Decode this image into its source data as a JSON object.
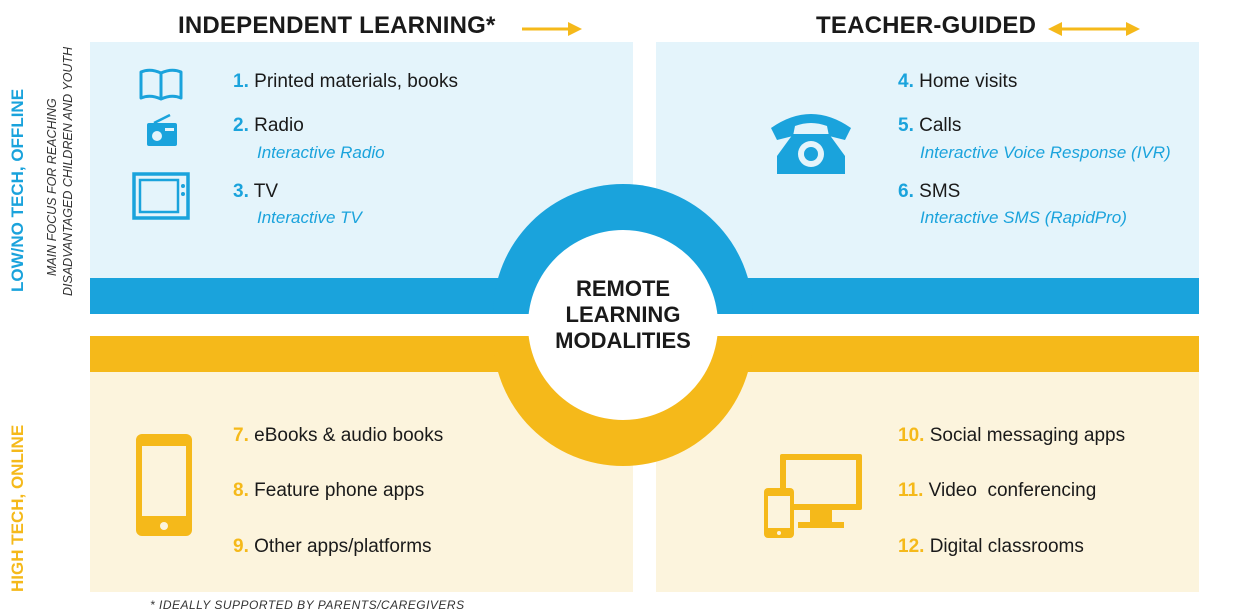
{
  "headers": {
    "independent": "INDEPENDENT LEARNING*",
    "teacher": "TEACHER-GUIDED"
  },
  "side_labels": {
    "low_tech": "LOW/NO TECH, OFFLINE",
    "low_tech_note_line1": "MAIN FOCUS FOR REACHING",
    "low_tech_note_line2": "DISADVANTAGED CHILDREN AND YOUTH",
    "high_tech": "HIGH TECH, ONLINE"
  },
  "center": {
    "line1": "REMOTE",
    "line2": "LEARNING",
    "line3": "MODALITIES"
  },
  "items": [
    {
      "num": "1.",
      "label": "Printed materials, books",
      "sub": ""
    },
    {
      "num": "2.",
      "label": "Radio",
      "sub": "Interactive Radio"
    },
    {
      "num": "3.",
      "label": "TV",
      "sub": "Interactive TV"
    },
    {
      "num": "4.",
      "label": "Home visits",
      "sub": ""
    },
    {
      "num": "5.",
      "label": "Calls",
      "sub": "Interactive Voice Response (IVR)"
    },
    {
      "num": "6.",
      "label": "SMS",
      "sub": "Interactive SMS (RapidPro)"
    },
    {
      "num": "7.",
      "label": "eBooks & audio books",
      "sub": ""
    },
    {
      "num": "8.",
      "label": "Feature phone apps",
      "sub": ""
    },
    {
      "num": "9.",
      "label": "Other apps/platforms",
      "sub": ""
    },
    {
      "num": "10.",
      "label": "Social messaging apps",
      "sub": ""
    },
    {
      "num": "11.",
      "label": "Video  conferencing",
      "sub": ""
    },
    {
      "num": "12.",
      "label": "Digital classrooms",
      "sub": ""
    }
  ],
  "icons": [
    "book-icon",
    "radio-icon",
    "tv-icon",
    "telephone-icon",
    "tablet-icon",
    "computer-phone-icon",
    "arrow-right-icon",
    "arrow-double-icon"
  ],
  "colors": {
    "blue": "#1aa3dc",
    "yellow": "#f5b91a",
    "blue_bg": "#e4f4fb",
    "yellow_bg": "#fcf4dd"
  },
  "footnote": "* IDEALLY SUPPORTED BY PARENTS/CAREGIVERS"
}
